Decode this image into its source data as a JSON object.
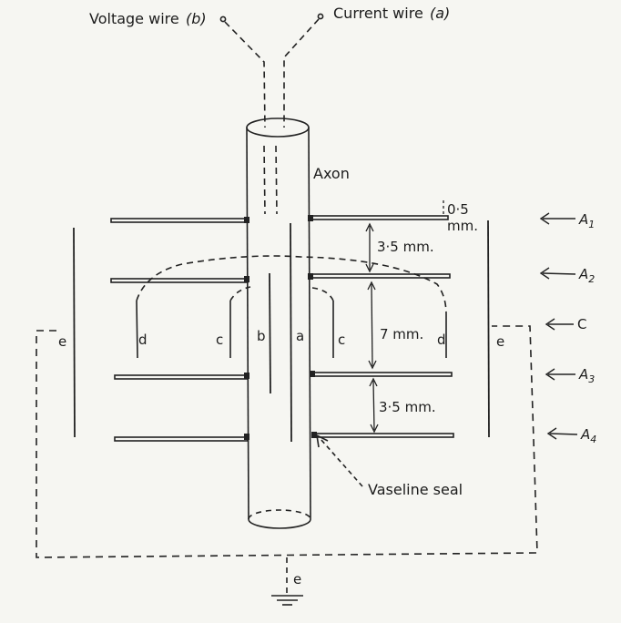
{
  "labels": {
    "voltage_wire": "Voltage wire",
    "voltage_wire_id": "(b)",
    "current_wire": "Current wire",
    "current_wire_id": "(a)",
    "axon": "Axon",
    "vaseline_seal": "Vaseline seal",
    "wire_a": "a",
    "wire_b": "b",
    "electrode_c": "c",
    "electrode_d": "d",
    "electrode_e": "e",
    "ground_e": "e"
  },
  "dimensions": {
    "gap_top": "0·5",
    "gap_top_unit": "mm.",
    "d1": "3·5 mm.",
    "d2": "7 mm.",
    "d3": "3·5 mm."
  },
  "arrows": {
    "a1": "A",
    "a1_sub": "1",
    "a2": "A",
    "a2_sub": "2",
    "c": "C",
    "a3": "A",
    "a3_sub": "3",
    "a4": "A",
    "a4_sub": "4"
  }
}
